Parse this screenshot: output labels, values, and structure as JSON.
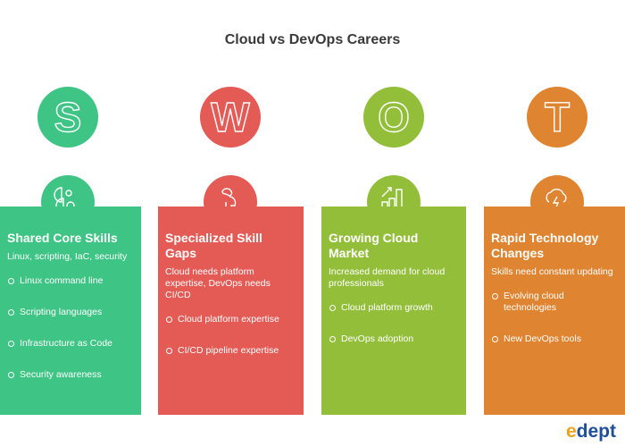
{
  "title": "Cloud vs DevOps Careers",
  "colors": {
    "s": "#3EC484",
    "w": "#E45A55",
    "o": "#93BE3A",
    "t": "#DF8431"
  },
  "quadrants": [
    {
      "letter": "S",
      "icon": "brain-gears-icon",
      "heading": "Shared Core Skills",
      "desc": "Linux, scripting, IaC, security",
      "items": [
        "Linux command line",
        "Scripting languages",
        "Infrastructure as Code",
        "Security awareness"
      ]
    },
    {
      "letter": "W",
      "icon": "head-puzzle-icon",
      "heading": "Specialized Skill Gaps",
      "desc": "Cloud needs platform expertise, DevOps needs CI/CD",
      "items": [
        "Cloud platform expertise",
        "CI/CD pipeline expertise"
      ]
    },
    {
      "letter": "O",
      "icon": "growth-chart-icon",
      "heading": "Growing Cloud Market",
      "desc": "Increased demand for cloud professionals",
      "items": [
        "Cloud platform growth",
        "DevOps adoption"
      ]
    },
    {
      "letter": "T",
      "icon": "cloud-lightning-icon",
      "heading": "Rapid Technology Changes",
      "desc": "Skills need constant updating",
      "items": [
        "Evolving cloud technologies",
        "New DevOps tools"
      ]
    }
  ],
  "logo": {
    "prefix": "e",
    "rest": "dept"
  }
}
